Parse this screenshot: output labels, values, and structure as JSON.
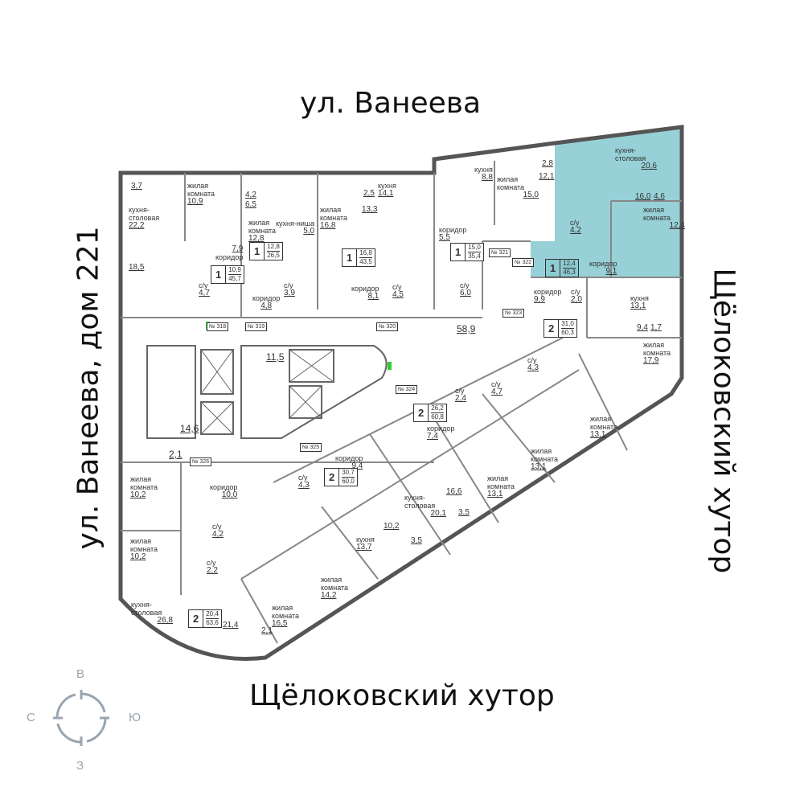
{
  "streets": {
    "top": "ул. Ванеева",
    "left": "ул. Ванеева, дом 221",
    "right": "Щёлоковский хутор",
    "bottom": "Щёлоковский хутор"
  },
  "compass": {
    "north": "С",
    "east": "В",
    "south": "Ю",
    "west": "З",
    "color": "#9aa5b1"
  },
  "highlight_color": "#8ccbd2",
  "common_areas": [
    "58,9",
    "11,5",
    "14,6",
    "2,1"
  ],
  "doors": [
    "№ 318",
    "№ 319",
    "№ 320",
    "№ 321",
    "№ 322",
    "№ 323",
    "№ 324",
    "№ 325",
    "№ 326"
  ],
  "apartments": [
    {
      "rooms_count": "1",
      "living": "10,9",
      "total": "45,7",
      "rooms": [
        {
          "name": "",
          "area": "3,7"
        },
        {
          "name": "жилая комната",
          "area": "10,9"
        },
        {
          "name": "кухня-столовая",
          "area": "22,2"
        },
        {
          "name": "",
          "area": "18,5"
        },
        {
          "name": "коридор",
          "area": "7,9"
        },
        {
          "name": "с/у",
          "area": "4,7"
        }
      ]
    },
    {
      "rooms_count": "1",
      "living": "12,8",
      "total": "26,5",
      "rooms": [
        {
          "name": "",
          "area": "4,2"
        },
        {
          "name": "",
          "area": "6,5"
        },
        {
          "name": "жилая комната",
          "area": "12,8"
        },
        {
          "name": "кухня-ниша",
          "area": "5,0"
        },
        {
          "name": "с/у",
          "area": "3,9"
        },
        {
          "name": "коридор",
          "area": "4,8"
        }
      ]
    },
    {
      "rooms_count": "1",
      "living": "16,8",
      "total": "43,5",
      "rooms": [
        {
          "name": "жилая комната",
          "area": "16,8"
        },
        {
          "name": "",
          "area": "2,5"
        },
        {
          "name": "",
          "area": "13,3"
        },
        {
          "name": "кухня",
          "area": "14,1"
        },
        {
          "name": "коридор",
          "area": "8,1"
        },
        {
          "name": "с/у",
          "area": "4,5"
        }
      ]
    },
    {
      "rooms_count": "1",
      "living": "15,0",
      "total": "35,4",
      "rooms": [
        {
          "name": "кухня",
          "area": "8,8"
        },
        {
          "name": "жилая комната",
          "area": "15,0"
        },
        {
          "name": "коридор",
          "area": "5,5"
        },
        {
          "name": "с/у",
          "area": "6,0"
        },
        {
          "name": "",
          "area": "2,8"
        },
        {
          "name": "",
          "area": "12,1"
        }
      ]
    },
    {
      "rooms_count": "1",
      "living": "12,4",
      "total": "46,3",
      "highlighted": true,
      "rooms": [
        {
          "name": "кухня-столовая",
          "area": "20,6"
        },
        {
          "name": "",
          "area": "16,0"
        },
        {
          "name": "",
          "area": "4,6"
        },
        {
          "name": "с/у",
          "area": "4,2"
        },
        {
          "name": "жилая комната",
          "area": "12,4"
        },
        {
          "name": "коридор",
          "area": "9,1"
        }
      ]
    },
    {
      "rooms_count": "2",
      "living": "31,0",
      "total": "60,3",
      "rooms": [
        {
          "name": "коридор",
          "area": "9,9"
        },
        {
          "name": "с/у",
          "area": "2,0"
        },
        {
          "name": "кухня",
          "area": "13,1"
        },
        {
          "name": "",
          "area": "9,4"
        },
        {
          "name": "",
          "area": "1,7"
        },
        {
          "name": "жилая комната",
          "area": "17,9"
        }
      ]
    },
    {
      "rooms_count": "2",
      "living": "26,2",
      "total": "60,8",
      "rooms": [
        {
          "name": "с/у",
          "area": "4,3"
        },
        {
          "name": "с/у",
          "area": "4,7"
        },
        {
          "name": "с/у",
          "area": "2,4"
        },
        {
          "name": "коридор",
          "area": "7,4"
        },
        {
          "name": "жилая комната",
          "area": "13,1"
        },
        {
          "name": "жилая комната",
          "area": "13,1"
        },
        {
          "name": "жилая комната",
          "area": "13,1"
        }
      ]
    },
    {
      "rooms_count": "2",
      "living": "30,7",
      "total": "60,0",
      "rooms": [
        {
          "name": "коридор",
          "area": "9,4"
        },
        {
          "name": "с/у",
          "area": "4,3"
        },
        {
          "name": "",
          "area": "16,6"
        },
        {
          "name": "кухня-столовая",
          "area": "20,1"
        },
        {
          "name": "",
          "area": "3,5"
        },
        {
          "name": "",
          "area": "10,2"
        },
        {
          "name": "кухня",
          "area": "13,7"
        },
        {
          "name": "",
          "area": "3,5"
        },
        {
          "name": "жилая комната",
          "area": "14,2"
        }
      ]
    },
    {
      "rooms_count": "2",
      "living": "20,4",
      "total": "63,6",
      "rooms": [
        {
          "name": "жилая комната",
          "area": "10,2"
        },
        {
          "name": "коридор",
          "area": "10,0"
        },
        {
          "name": "с/у",
          "area": "4,2"
        },
        {
          "name": "жилая комната",
          "area": "10,2"
        },
        {
          "name": "с/у",
          "area": "2,2"
        },
        {
          "name": "кухня-столовая",
          "area": "26,8"
        },
        {
          "name": "жилая комната",
          "area": "16,5"
        },
        {
          "name": "",
          "area": "2,1"
        },
        {
          "name": "",
          "area": "21,4"
        }
      ]
    }
  ]
}
